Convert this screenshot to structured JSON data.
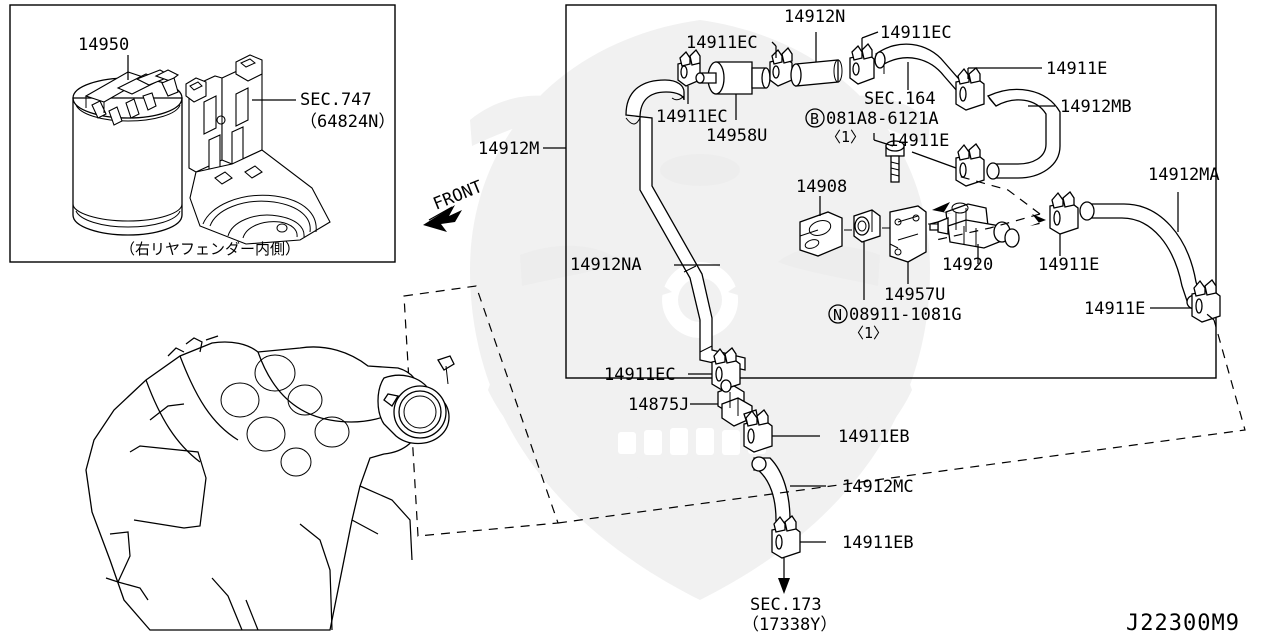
{
  "diagram": {
    "id_code": "J22300M9",
    "front_arrow_label": "FRONT",
    "inset_caption": "（右リヤフェンダー内側）"
  },
  "labels": {
    "canister": "14950",
    "canister_bracket_sec": "SEC.747",
    "canister_bracket_part": "（64824N）",
    "hose_m": "14912M",
    "hose_na": "14912NA",
    "hose_n": "14912N",
    "hose_mb": "14912MB",
    "hose_ma": "14912MA",
    "hose_mc": "14912MC",
    "clamp_ec_1": "14911EC",
    "clamp_ec_2": "14911EC",
    "clamp_ec_3": "14911EC",
    "clamp_ec_4": "14911EC",
    "valve_58u": "14958U",
    "clamp_e_1": "14911E",
    "clamp_e_2": "14911E",
    "clamp_e_3": "14911E",
    "clamp_e_4": "14911E",
    "sec_164": "SEC.164",
    "bolt_callout": "081A8-6121A",
    "bolt_qty": "〈1〉",
    "bolt_symbol": "B",
    "nut_callout": "08911-1081G",
    "nut_qty": "〈1〉",
    "nut_symbol": "N",
    "grommet_08": "14908",
    "bracket_57u": "14957U",
    "purge_valve": "14920",
    "connector_75j": "14875J",
    "clamp_eb_1": "14911EB",
    "clamp_eb_2": "14911EB",
    "sec_173": "SEC.173",
    "sec_173_part": "（17338Y）"
  },
  "colors": {
    "line": "#000000",
    "background": "#ffffff",
    "watermark": "#f1f1f1"
  }
}
